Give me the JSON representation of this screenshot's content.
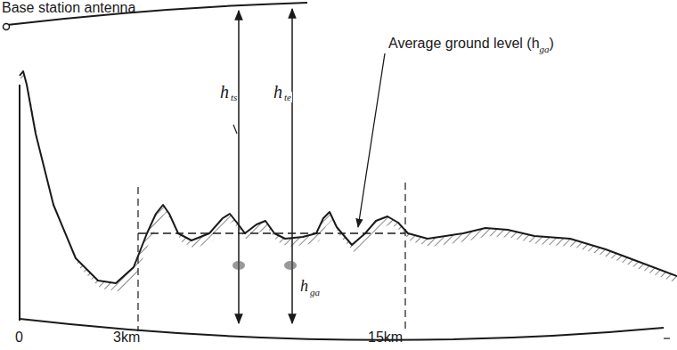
{
  "diagram": {
    "labels": [
      "Base station antenna",
      "h",
      "ts",
      "h",
      "te",
      "Average ground level (h",
      "ga",
      ")",
      "h",
      "ga",
      "0",
      "3km",
      "15km"
    ]
  }
}
